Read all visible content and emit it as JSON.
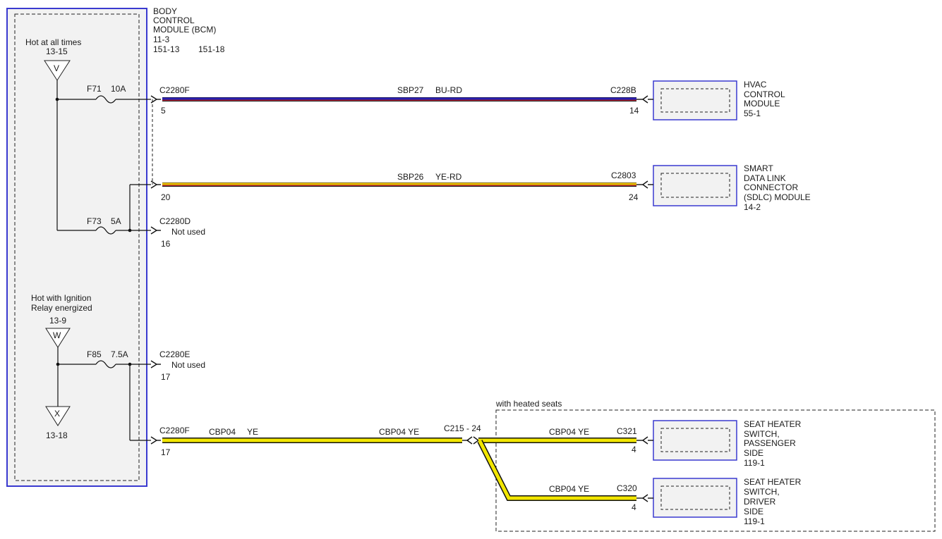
{
  "bcm": {
    "title_lines": [
      "BODY",
      "CONTROL",
      "MODULE (BCM)"
    ],
    "ref_line1": "11-3",
    "ref_line2a": "151-13",
    "ref_line2b": "151-18",
    "feed_always": {
      "label": "Hot at all times",
      "ref": "13-15",
      "symbol": "V"
    },
    "feed_ignition": {
      "label_lines": [
        "Hot with Ignition",
        "Relay energized"
      ],
      "ref": "13-9",
      "symbol": "W"
    },
    "ground_x": {
      "symbol": "X",
      "ref": "13-18"
    },
    "fuses": [
      {
        "name": "F71",
        "rating": "10A"
      },
      {
        "name": "F73",
        "rating": "5A"
      },
      {
        "name": "F85",
        "rating": "7.5A"
      }
    ],
    "pins": [
      {
        "connector": "C2280F",
        "pin": "5"
      },
      {
        "connector": "",
        "pin": "20"
      },
      {
        "connector": "C2280D",
        "pin": "16",
        "note": "Not used"
      },
      {
        "connector": "C2280E",
        "pin": "17",
        "note": "Not used"
      },
      {
        "connector": "C2280F",
        "pin": "17"
      }
    ]
  },
  "wires": [
    {
      "circuit": "SBP27",
      "color_code": "BU-RD",
      "colors": [
        "#2a1fb3",
        "#d42a3a"
      ]
    },
    {
      "circuit": "SBP26",
      "color_code": "YE-RD",
      "colors": [
        "#f2c400",
        "#d42a3a"
      ]
    },
    {
      "circuit": "CBP04",
      "color_code": "YE",
      "colors": [
        "#f2e600"
      ]
    }
  ],
  "splice": {
    "label": "C215 - 24",
    "wire_after_label": "CBP04  YE"
  },
  "option_label": "with heated seats",
  "modules": [
    {
      "name_lines": [
        "HVAC",
        "CONTROL",
        "MODULE"
      ],
      "ref": "55-1",
      "connector": "C228B",
      "pin": "14"
    },
    {
      "name_lines": [
        "SMART",
        "DATA LINK",
        "CONNECTOR",
        "(SDLC) MODULE"
      ],
      "ref": "14-2",
      "connector": "C2803",
      "pin": "24"
    },
    {
      "name_lines": [
        "SEAT HEATER",
        "SWITCH,",
        "PASSENGER",
        "SIDE"
      ],
      "ref": "119-1",
      "connector": "C321",
      "pin": "4",
      "wire": "CBP04  YE"
    },
    {
      "name_lines": [
        "SEAT HEATER",
        "SWITCH,",
        "DRIVER",
        "SIDE"
      ],
      "ref": "119-1",
      "connector": "C320",
      "pin": "4",
      "wire": "CBP04  YE"
    }
  ],
  "colors": {
    "module_border": "#3a3ad0",
    "module_fill": "#f2f2f2",
    "blue": "#2a1fb3",
    "red": "#d42a3a",
    "orange": "#f2c400",
    "yellow": "#f2e600"
  }
}
